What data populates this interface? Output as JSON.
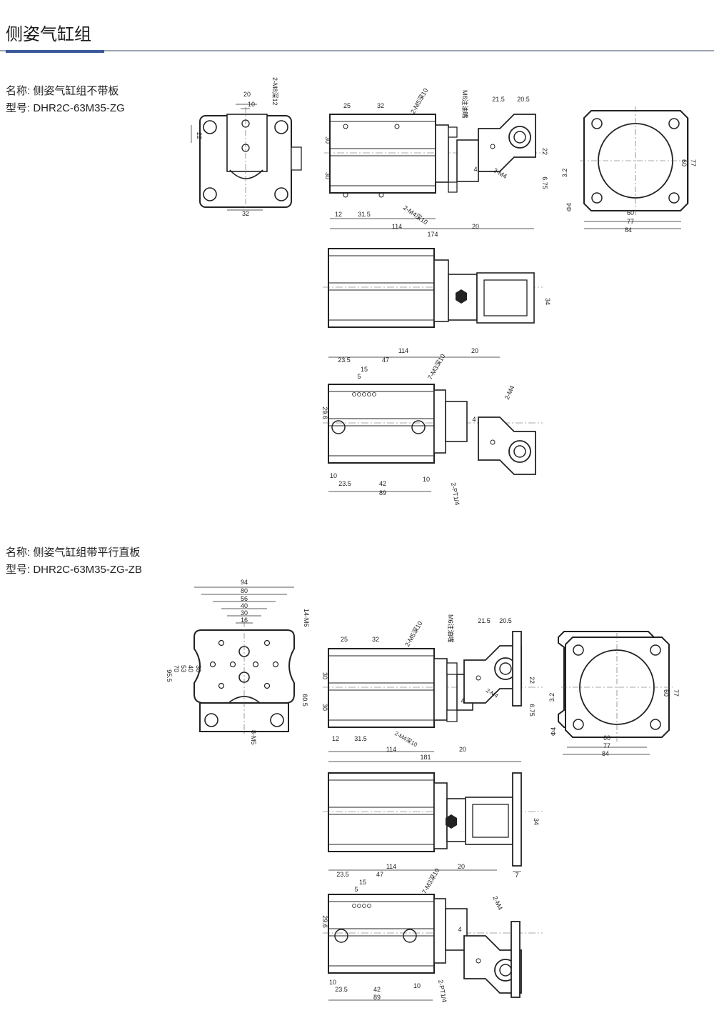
{
  "page_title": "侧姿气缸组",
  "models": [
    {
      "name_label": "名称: 侧姿气缸组不带板",
      "model_label": "型号: DHR2C-63M35-ZG",
      "front_view": {
        "dims": [
          "20",
          "10",
          "22",
          "32"
        ],
        "notes": [
          "2-M8深12"
        ]
      },
      "side_view": {
        "dims": [
          "25",
          "32",
          "30",
          "30",
          "12",
          "31.5",
          "114",
          "174",
          "20",
          "21.5",
          "20.5",
          "22",
          "4",
          "6.75"
        ],
        "notes": [
          "2-M5深10",
          "M6注油嘴",
          "2-M4",
          "2-M4深10"
        ]
      },
      "end_view": {
        "dims": [
          "77",
          "60",
          "3.2",
          "Φ4",
          "60",
          "77",
          "84"
        ]
      },
      "top_view": {
        "dims": [
          "34"
        ]
      },
      "bottom_view": {
        "dims": [
          "114",
          "20",
          "23.5",
          "47",
          "15",
          "5",
          "29.6",
          "4",
          "10",
          "10",
          "23.5",
          "42",
          "89"
        ],
        "notes": [
          "7-M3深10",
          "2-M4",
          "2-PT1/4"
        ]
      }
    },
    {
      "name_label": "名称: 侧姿气缸组带平行直板",
      "model_label": "型号: DHR2C-63M35-ZG-ZB",
      "front_view": {
        "dims": [
          "94",
          "80",
          "56",
          "40",
          "30",
          "16",
          "30",
          "40",
          "53",
          "70",
          "95.5",
          "60.5"
        ],
        "notes": [
          "14-M6",
          "8-M5"
        ]
      },
      "side_view": {
        "dims": [
          "25",
          "32",
          "30",
          "30",
          "12",
          "31.5",
          "114",
          "181",
          "20",
          "21.5",
          "20.5",
          "22",
          "4",
          "6.75"
        ],
        "notes": [
          "2-M5深10",
          "M6注油嘴",
          "2-M4",
          "2-M4深10"
        ]
      },
      "end_view": {
        "dims": [
          "77",
          "60",
          "3.2",
          "Φ4",
          "60",
          "77",
          "84"
        ]
      },
      "top_view": {
        "dims": [
          "34",
          "7"
        ]
      },
      "bottom_view": {
        "dims": [
          "114",
          "20",
          "23.5",
          "47",
          "15",
          "5",
          "29.6",
          "4",
          "10",
          "10",
          "23.5",
          "42",
          "89"
        ],
        "notes": [
          "7-M3深10",
          "2-M4",
          "2-PT1/4"
        ]
      }
    }
  ]
}
